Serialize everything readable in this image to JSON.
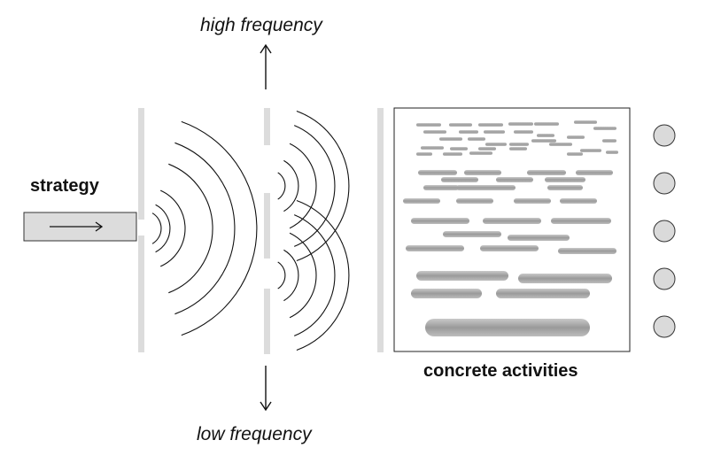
{
  "labels": {
    "high_frequency": "high frequency",
    "low_frequency": "low frequency",
    "strategy": "strategy",
    "concrete_activities": "concrete activities"
  },
  "colors": {
    "barrier": "#dcdcdc",
    "wave": "#111111",
    "strategy_box": "#dcdcdc",
    "bar_dark": "#8c8c8c",
    "bar_light": "#cfcfcf",
    "circle_fill": "#dadada"
  },
  "output_circles": 5
}
